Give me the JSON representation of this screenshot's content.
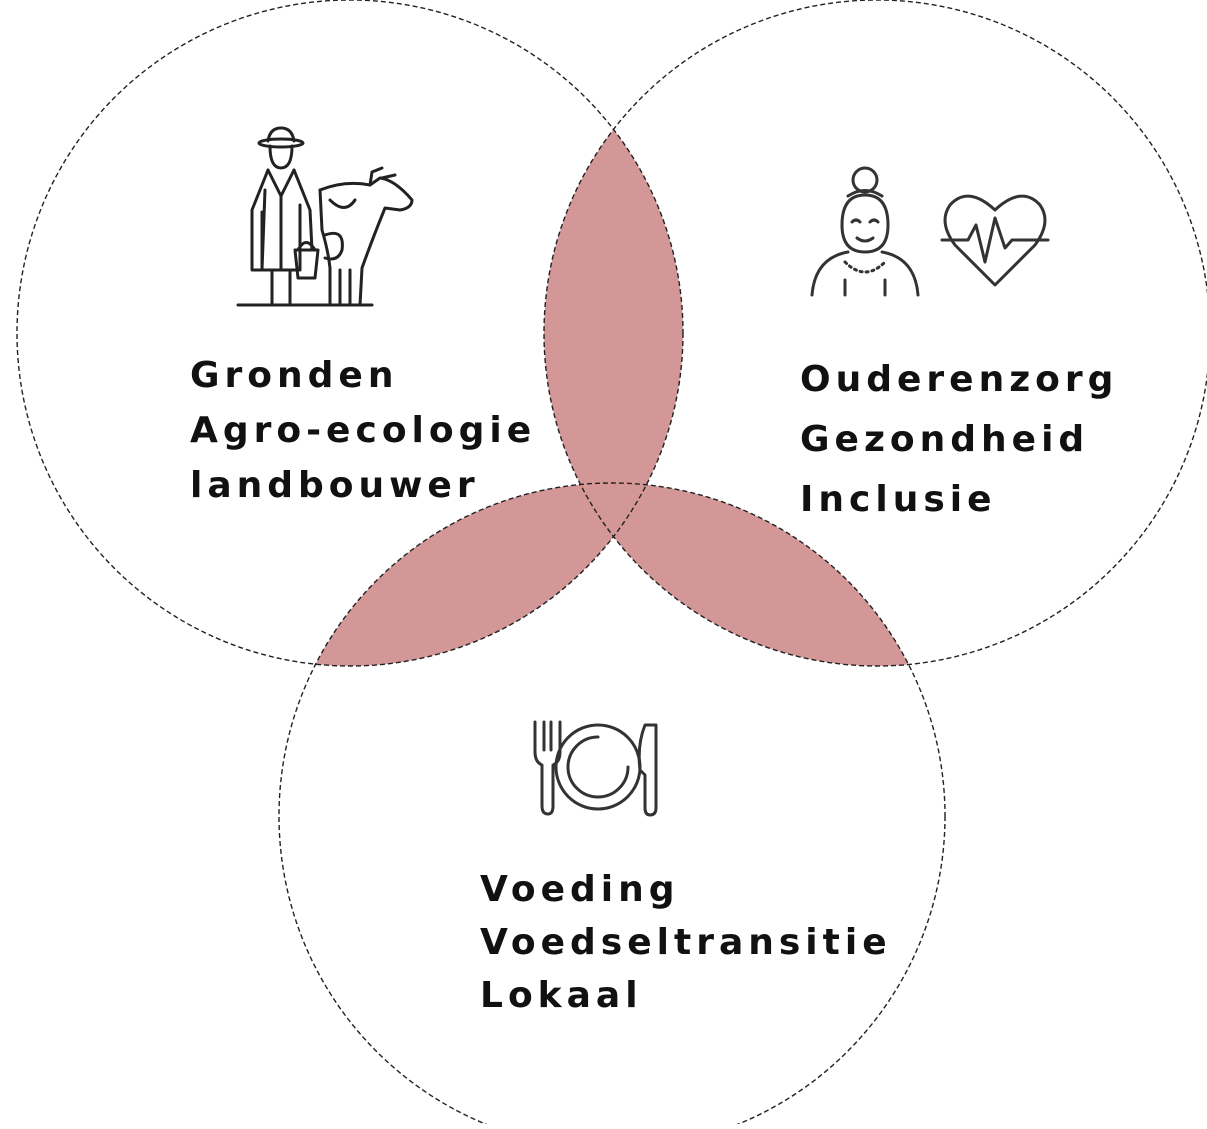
{
  "diagram": {
    "type": "venn",
    "overlap_color": "#d49797",
    "circles": [
      {
        "id": "left",
        "icon": "farmer-with-cow-icon",
        "lines": [
          "Gronden",
          "Agro-ecologie",
          "landbouwer"
        ]
      },
      {
        "id": "right",
        "icon": "elderly-woman-and-heart-pulse-icon",
        "lines": [
          "Ouderenzorg",
          "Gezondheid",
          "Inclusie"
        ]
      },
      {
        "id": "bottom",
        "icon": "plate-fork-knife-icon",
        "lines": [
          "Voeding",
          "Voedseltransitie",
          "Lokaal"
        ]
      }
    ]
  }
}
